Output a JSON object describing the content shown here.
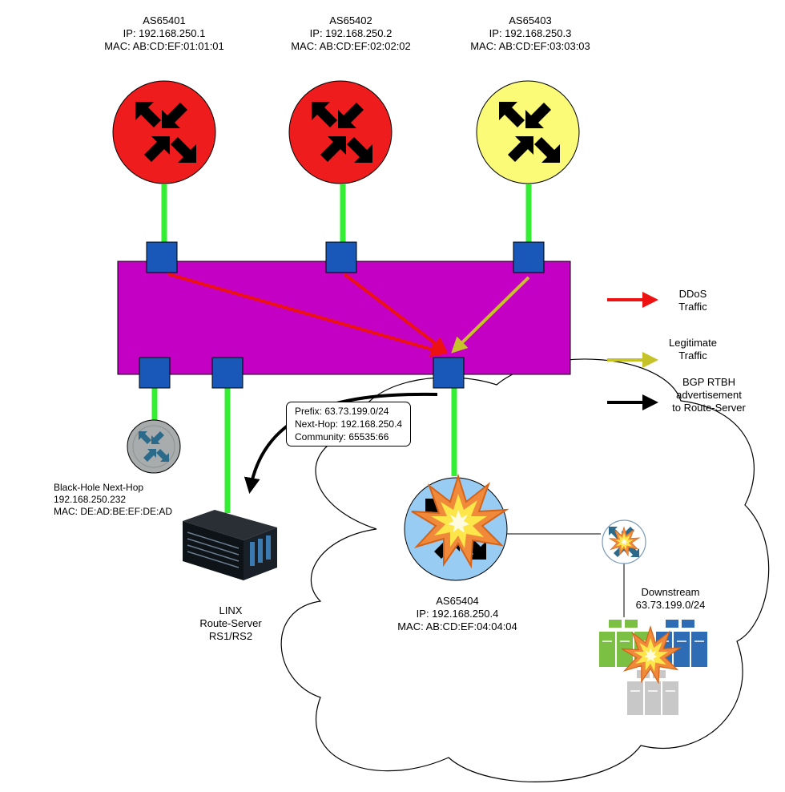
{
  "routers": [
    {
      "as": "AS65401",
      "ip": "IP: 192.168.250.1",
      "mac": "MAC: AB:CD:EF:01:01:01"
    },
    {
      "as": "AS65402",
      "ip": "IP: 192.168.250.2",
      "mac": "MAC: AB:CD:EF:02:02:02"
    },
    {
      "as": "AS65403",
      "ip": "IP: 192.168.250.3",
      "mac": "MAC: AB:CD:EF:03:03:03"
    }
  ],
  "blackhole": {
    "line1": "Black-Hole Next-Hop",
    "line2": "192.168.250.232",
    "line3": "MAC: DE:AD:BE:EF:DE:AD"
  },
  "route_server": {
    "line1": "LINX",
    "line2": "Route-Server",
    "line3": "RS1/RS2"
  },
  "announcement": {
    "prefix": "Prefix: 63.73.199.0/24",
    "next_hop": "Next-Hop: 192.168.250.4",
    "community": "Community: 65535:66"
  },
  "victim": {
    "as": "AS65404",
    "ip": "IP: 192.168.250.4",
    "mac": "MAC: AB:CD:EF:04:04:04"
  },
  "downstream": {
    "line1": "Downstream",
    "line2": "63.73.199.0/24"
  },
  "legend": [
    {
      "line1": "DDoS",
      "line2": "Traffic",
      "line3": "",
      "color": "#ee1111"
    },
    {
      "line1": "Legitimate",
      "line2": "Traffic",
      "line3": "",
      "color": "#c6c22a"
    },
    {
      "line1": "BGP RTBH",
      "line2": "advertisement",
      "line3": "to Route-Server",
      "color": "#000000"
    }
  ],
  "colors": {
    "attacker_router": "#ee1c1c",
    "legit_router": "#fbfb77",
    "ixp_fabric": "#c400c4",
    "port": "#1957b8",
    "link": "#33ee33",
    "victim_router": "#99ccf2",
    "blackhole_router": "#a8acac"
  }
}
